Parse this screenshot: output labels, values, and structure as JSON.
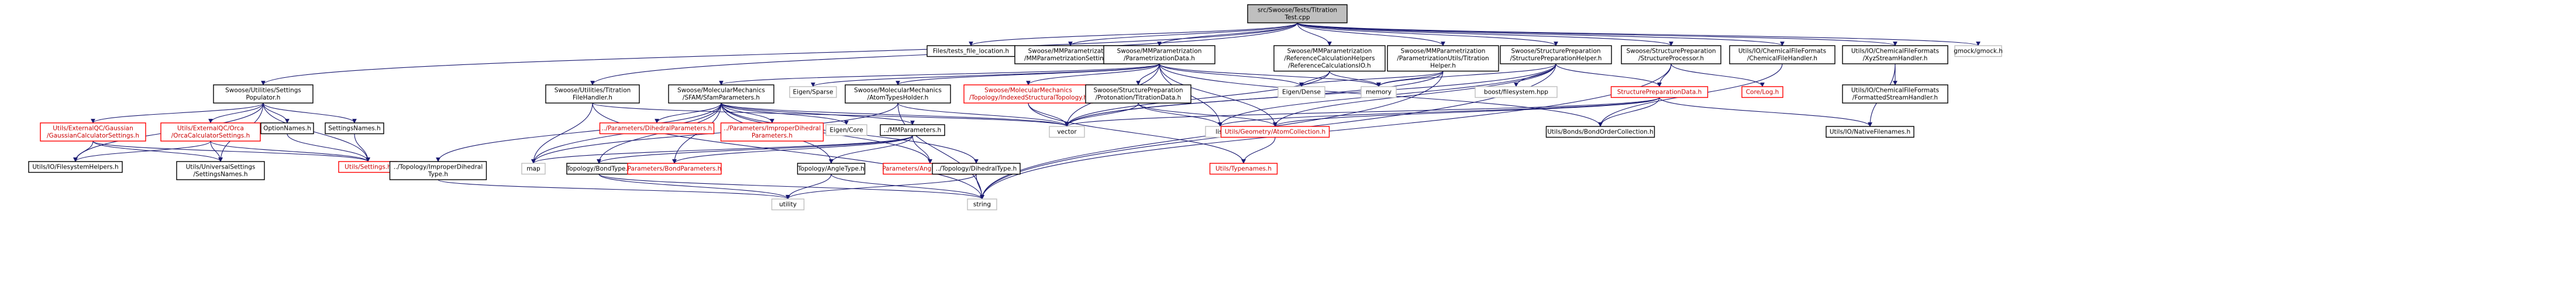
{
  "colors": {
    "edge": "#191970",
    "root_fill": "#bfbfbf",
    "border_plain": "#000000",
    "border_red": "#ff0000",
    "border_ext": "#bfbfbf",
    "text_red": "#cc0000"
  },
  "nodes": [
    {
      "id": "root",
      "style": "root",
      "lines": [
        "src/Swoose/Tests/Titration",
        "Test.cpp"
      ]
    },
    {
      "id": "files_tests",
      "style": "plain",
      "lines": [
        "Files/tests_file_location.h"
      ]
    },
    {
      "id": "mm_settings",
      "style": "plain",
      "lines": [
        "Swoose/MMParametrization",
        "/MMParametrizationSettings.h"
      ]
    },
    {
      "id": "mm_data",
      "style": "plain",
      "lines": [
        "Swoose/MMParametrization",
        "/ParametrizationData.h"
      ]
    },
    {
      "id": "mm_refcalc",
      "style": "plain",
      "lines": [
        "Swoose/MMParametrization",
        "/ReferenceCalculationHelpers",
        "/ReferenceCalculationsIO.h"
      ]
    },
    {
      "id": "mm_titration",
      "style": "plain",
      "lines": [
        "Swoose/MMParametrization",
        "/ParametrizationUtils/Titration",
        "Helper.h"
      ]
    },
    {
      "id": "sp_helper",
      "style": "plain",
      "lines": [
        "Swoose/StructurePreparation",
        "/StructurePreparationHelper.h"
      ]
    },
    {
      "id": "sp_processor",
      "style": "plain",
      "lines": [
        "Swoose/StructurePreparation",
        "/StructureProcessor.h"
      ]
    },
    {
      "id": "chem_handler",
      "style": "plain",
      "lines": [
        "Utils/IO/ChemicalFileFormats",
        "/ChemicalFileHandler.h"
      ]
    },
    {
      "id": "xyz_handler",
      "style": "plain",
      "lines": [
        "Utils/IO/ChemicalFileFormats",
        "/XyzStreamHandler.h"
      ]
    },
    {
      "id": "gmock",
      "style": "ext",
      "lines": [
        "gmock/gmock.h"
      ]
    },
    {
      "id": "settings_pop",
      "style": "plain",
      "lines": [
        "Swoose/Utilities/Settings",
        "Populator.h"
      ]
    },
    {
      "id": "titr_file",
      "style": "plain",
      "lines": [
        "Swoose/Utilities/Titration",
        "FileHandler.h"
      ]
    },
    {
      "id": "sfam",
      "style": "plain",
      "lines": [
        "Swoose/MolecularMechanics",
        "/SFAM/SfamParameters.h"
      ]
    },
    {
      "id": "eigen_sparse",
      "style": "ext",
      "lines": [
        "Eigen/Sparse"
      ]
    },
    {
      "id": "atomtypes",
      "style": "plain",
      "lines": [
        "Swoose/MolecularMechanics",
        "/AtomTypesHolder.h"
      ]
    },
    {
      "id": "topo_indexed",
      "style": "red",
      "lines": [
        "Swoose/MolecularMechanics",
        "/Topology/IndexedStructuralTopology.h"
      ]
    },
    {
      "id": "sp_protonation",
      "style": "plain",
      "lines": [
        "Swoose/StructurePreparation",
        "/Protonation/TitrationData.h"
      ]
    },
    {
      "id": "eigen_dense",
      "style": "ext",
      "lines": [
        "Eigen/Dense"
      ]
    },
    {
      "id": "memory",
      "style": "ext",
      "lines": [
        "memory"
      ]
    },
    {
      "id": "boost_fs",
      "style": "ext",
      "lines": [
        "boost/filesystem.hpp"
      ]
    },
    {
      "id": "sp_data",
      "style": "red",
      "lines": [
        "StructurePreparationData.h"
      ]
    },
    {
      "id": "core_log",
      "style": "red",
      "lines": [
        "Core/Log.h"
      ]
    },
    {
      "id": "formatted_stream",
      "style": "plain",
      "lines": [
        "Utils/IO/ChemicalFileFormats",
        "/FormattedStreamHandler.h"
      ]
    },
    {
      "id": "gaussian",
      "style": "red",
      "lines": [
        "Utils/ExternalQC/Gaussian",
        "/GaussianCalculatorSettings.h"
      ]
    },
    {
      "id": "orca",
      "style": "red",
      "lines": [
        "Utils/ExternalQC/Orca",
        "/OrcaCalculatorSettings.h"
      ]
    },
    {
      "id": "option_names",
      "style": "plain",
      "lines": [
        "OptionNames.h"
      ]
    },
    {
      "id": "settings_names",
      "style": "plain",
      "lines": [
        "SettingsNames.h"
      ]
    },
    {
      "id": "dihedral_params",
      "style": "red",
      "lines": [
        "../Parameters/DihedralParameters.h"
      ]
    },
    {
      "id": "improper_params",
      "style": "red",
      "lines": [
        "../Parameters/ImproperDihedral",
        "Parameters.h"
      ]
    },
    {
      "id": "eigen_core",
      "style": "ext",
      "lines": [
        "Eigen/Core"
      ]
    },
    {
      "id": "mm_params",
      "style": "plain",
      "lines": [
        "../MMParameters.h"
      ]
    },
    {
      "id": "vector",
      "style": "ext",
      "lines": [
        "vector"
      ]
    },
    {
      "id": "list",
      "style": "ext",
      "lines": [
        "list"
      ]
    },
    {
      "id": "atom_collection",
      "style": "red",
      "lines": [
        "Utils/Geometry/AtomCollection.h"
      ]
    },
    {
      "id": "bond_order",
      "style": "plain",
      "lines": [
        "Utils/Bonds/BondOrderCollection.h"
      ]
    },
    {
      "id": "native_filenames",
      "style": "plain",
      "lines": [
        "Utils/IO/NativeFilenames.h"
      ]
    },
    {
      "id": "fs_helpers",
      "style": "plain",
      "lines": [
        "Utils/IO/FilesystemHelpers.h"
      ]
    },
    {
      "id": "univ_settings",
      "style": "plain",
      "lines": [
        "Utils/UniversalSettings",
        "/SettingsNames.h"
      ]
    },
    {
      "id": "utils_settings",
      "style": "red",
      "lines": [
        "Utils/Settings.h"
      ]
    },
    {
      "id": "topo_improper",
      "style": "plain",
      "lines": [
        "../Topology/ImproperDihedral",
        "Type.h"
      ]
    },
    {
      "id": "map",
      "style": "ext",
      "lines": [
        "map"
      ]
    },
    {
      "id": "topo_bond",
      "style": "plain",
      "lines": [
        "Topology/BondType.h"
      ]
    },
    {
      "id": "bond_params",
      "style": "red",
      "lines": [
        "Parameters/BondParameters.h"
      ]
    },
    {
      "id": "topo_angle",
      "style": "plain",
      "lines": [
        "Topology/AngleType.h"
      ]
    },
    {
      "id": "angle_params",
      "style": "red",
      "lines": [
        "Parameters/AngleParameters.h"
      ]
    },
    {
      "id": "topo_dihedral",
      "style": "plain",
      "lines": [
        "../Topology/DihedralType.h"
      ]
    },
    {
      "id": "typenames",
      "style": "red",
      "lines": [
        "Utils/Typenames.h"
      ]
    },
    {
      "id": "utility",
      "style": "ext",
      "lines": [
        "utility"
      ]
    },
    {
      "id": "string",
      "style": "ext",
      "lines": [
        "string"
      ]
    }
  ]
}
